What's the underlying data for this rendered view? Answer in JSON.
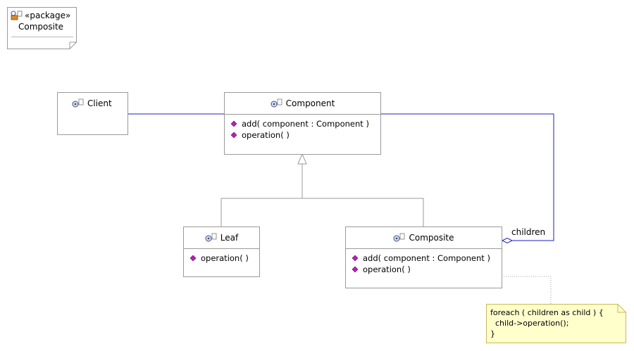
{
  "package": {
    "stereotype": "«package»",
    "name": "Composite"
  },
  "classes": {
    "client": {
      "name": "Client"
    },
    "component": {
      "name": "Component",
      "operations": [
        "add( component : Component )",
        "operation(  )"
      ]
    },
    "leaf": {
      "name": "Leaf",
      "operations": [
        "operation(  )"
      ]
    },
    "composite": {
      "name": "Composite",
      "operations": [
        "add( component : Component )",
        "operation(  )"
      ]
    }
  },
  "association": {
    "role": "children"
  },
  "note": {
    "text": "foreach ( children as child ) {\n  child->operation();\n}"
  },
  "colors": {
    "association_line": "#1c1cc4",
    "generalization_line": "#9a9a9a",
    "note_fill": "#ffffcc",
    "note_border": "#c8b85a",
    "operation_icon": "#b820b8"
  }
}
